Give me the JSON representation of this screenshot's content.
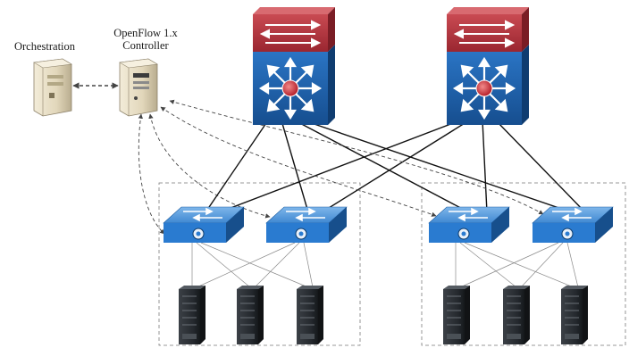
{
  "labels": {
    "orchestration": "Orchestration",
    "controller_line1": "OpenFlow 1.x",
    "controller_line2": "Controller"
  },
  "colors": {
    "core_top": "#b8323c",
    "core_body": "#1e63b0",
    "access_switch": "#2a7bd0",
    "server_dark": "#2a2e33",
    "pod_border": "#7a7a7a",
    "link": "#111111"
  },
  "icons": {
    "orchestration": "server-tower-icon",
    "controller": "server-tower-icon",
    "core_switch": "core-switch-icon",
    "access_switch": "access-switch-icon",
    "server": "rack-server-icon"
  }
}
